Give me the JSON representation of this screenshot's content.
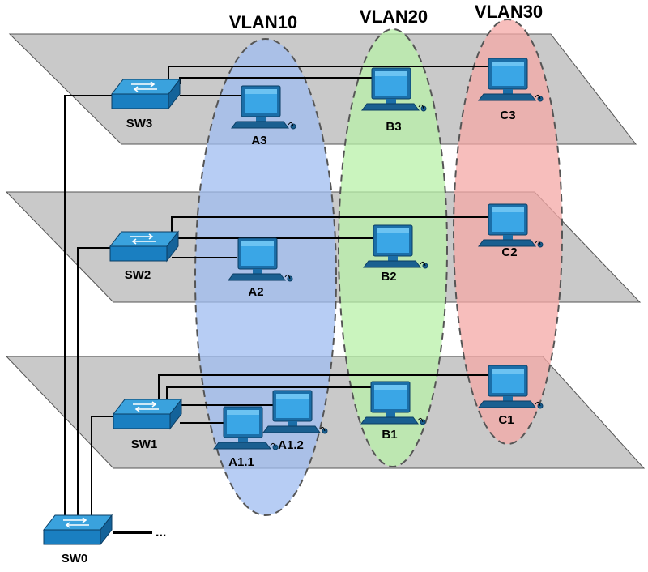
{
  "diagram": {
    "type": "network-topology",
    "vlans": [
      {
        "id": "vlan10",
        "label": "VLAN10",
        "color": "#9fbcf0"
      },
      {
        "id": "vlan20",
        "label": "VLAN20",
        "color": "#b8f0a8"
      },
      {
        "id": "vlan30",
        "label": "VLAN30",
        "color": "#f4a8a6"
      }
    ],
    "floors": [
      {
        "id": "floor3",
        "switch": "SW3",
        "hosts": [
          "A3",
          "B3",
          "C3"
        ]
      },
      {
        "id": "floor2",
        "switch": "SW2",
        "hosts": [
          "A2",
          "B2",
          "C2"
        ]
      },
      {
        "id": "floor1",
        "switch": "SW1",
        "hosts": [
          "A1.1",
          "A1.2",
          "B1",
          "C1"
        ]
      }
    ],
    "core_switch": "SW0",
    "uplink_ellipsis": "...",
    "colors": {
      "floor": "#c9c9c9",
      "switch_front": "#1a7fc1",
      "switch_top": "#3aa2dd",
      "monitor": "#2b8fce",
      "cable": "#000000"
    }
  }
}
